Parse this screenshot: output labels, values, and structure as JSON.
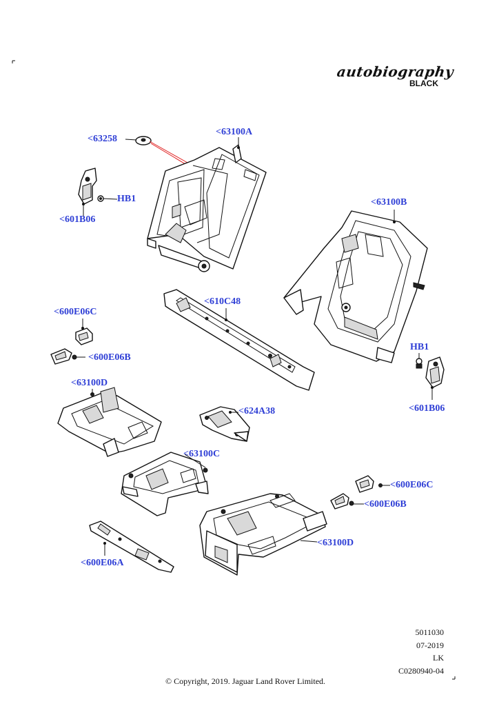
{
  "brand": {
    "script": "autobiography",
    "sub": "BLACK"
  },
  "callouts": {
    "c63258": "<63258",
    "c63100A": "<63100A",
    "hb1_left": "HB1",
    "c601B06_left": "<601B06",
    "c63100B": "<63100B",
    "c600E06C_left": "<600E06C",
    "c610C48": "<610C48",
    "c600E06B_left": "<600E06B",
    "hb1_right": "HB1",
    "c63100D_top": "<63100D",
    "c601B06_right": "<601B06",
    "c624A38": "<624A38",
    "c63100C": "<63100C",
    "c600E06C_right": "<600E06C",
    "c600E06B_right": "<600E06B",
    "c63100D_bottom": "<63100D",
    "c600E06A": "<600E06A"
  },
  "meta": {
    "code": "5011030",
    "date": "07-2019",
    "initials": "LK",
    "illustration_id": "C0280940-04"
  },
  "copyright": "© Copyright, 2019. Jaguar Land Rover Limited."
}
